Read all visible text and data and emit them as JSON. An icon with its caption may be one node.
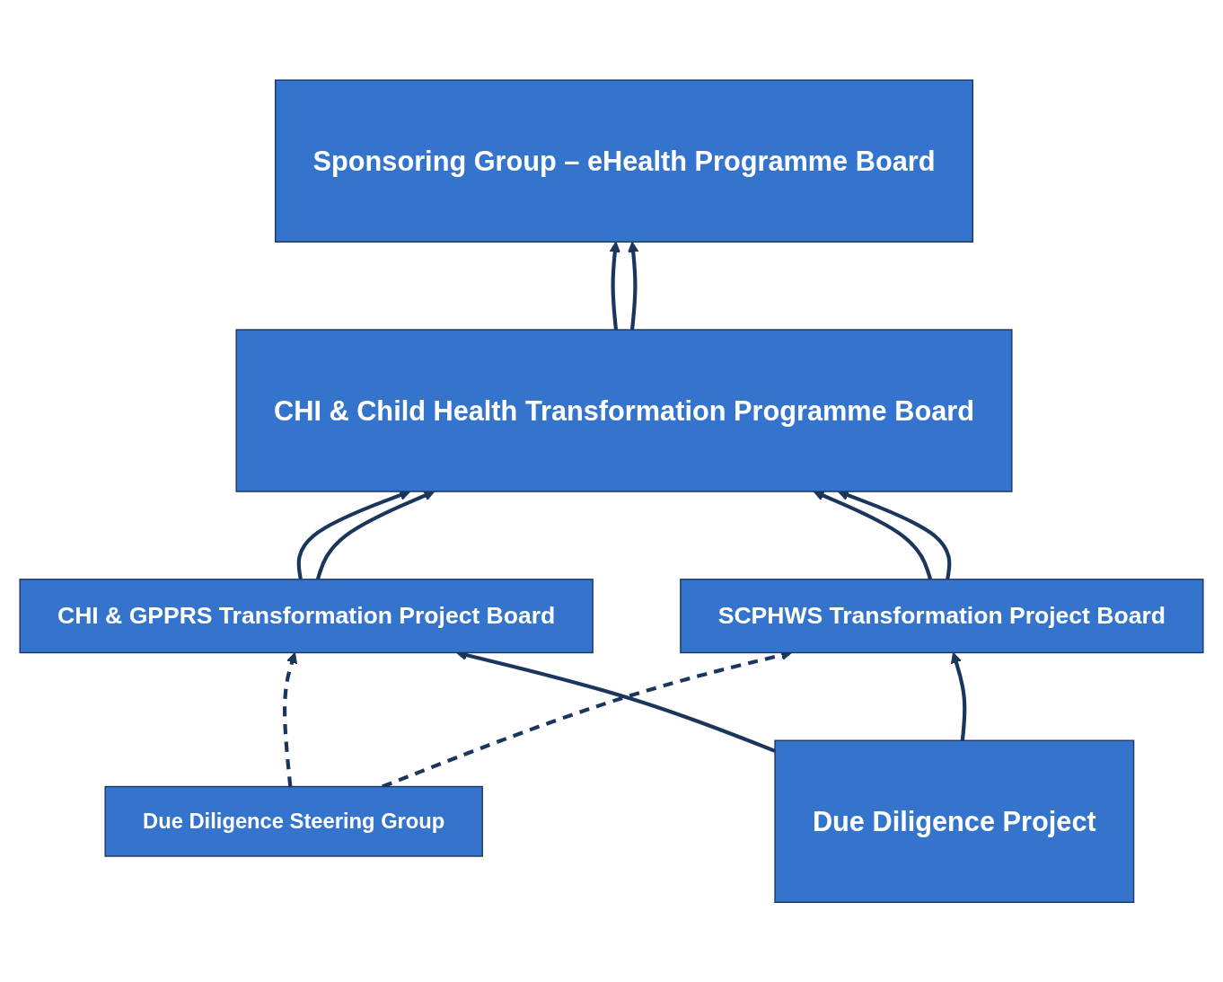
{
  "diagram": {
    "nodes": [
      {
        "text": [
          "Sponsoring Group – eHealth Programme Board"
        ]
      },
      {
        "text": [
          "CHI & Child Health Transformation Programme Board"
        ]
      },
      {
        "text": [
          "CHI & GPPRS Transformation Project Board"
        ]
      },
      {
        "text": [
          "SCPHWS Transformation Project Board"
        ]
      },
      {
        "text": [
          "Due Diligence Steering Group"
        ]
      },
      {
        "text": [
          "Due Diligence Project"
        ]
      }
    ],
    "edges": [
      {
        "from": 1,
        "to": 0,
        "arrow": "to"
      },
      {
        "from": 1,
        "to": 0,
        "arrow": "to"
      },
      {
        "from": 2,
        "to": 1,
        "arrow": "to"
      },
      {
        "from": 2,
        "to": 1,
        "arrow": "to"
      },
      {
        "from": 3,
        "to": 1,
        "arrow": "to"
      },
      {
        "from": 3,
        "to": 1,
        "arrow": "to"
      },
      {
        "from": 5,
        "to": 2,
        "arrow": "to"
      },
      {
        "from": 4,
        "to": 2,
        "arrow": "to",
        "style": "dashed"
      },
      {
        "from": 4,
        "to": 3,
        "arrow": "to",
        "style": "dashed"
      },
      {
        "from": 5,
        "to": 3,
        "arrow": "to"
      }
    ]
  }
}
